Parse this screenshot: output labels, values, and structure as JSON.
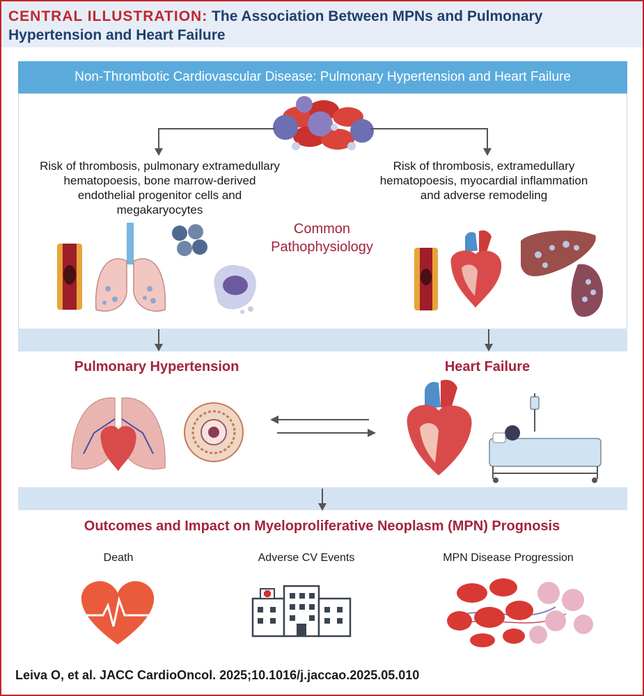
{
  "header": {
    "label": "CENTRAL ILLUSTRATION:",
    "title": " The Association Between MPNs and Pulmonary Hypertension and Heart Failure"
  },
  "section_title": "Non-Thrombotic Cardiovascular Disease: Pulmonary Hypertension and Heart Failure",
  "pathophysiology": {
    "left_text": "Risk of thrombosis, pulmonary extramedullary hematopoesis, bone marrow-derived endothelial progenitor cells and megakaryocytes",
    "right_text": "Risk of thrombosis, extramedullary hematopoesis, myocardial inflammation and adverse remodeling",
    "center_label_1": "Common",
    "center_label_2": "Pathophysiology"
  },
  "conditions": {
    "left_title": "Pulmonary Hypertension",
    "right_title": "Heart Failure"
  },
  "outcomes": {
    "title": "Outcomes and Impact on Myeloproliferative Neoplasm (MPN) Prognosis",
    "items": [
      "Death",
      "Adverse CV Events",
      "MPN Disease Progression"
    ]
  },
  "citation": "Leiva O, et al. JACC CardioOncol. 2025;10.1016/j.jaccao.2025.05.010",
  "colors": {
    "accent_red": "#c1272d",
    "title_crimson": "#a3243b",
    "section_blue": "#5aabdc",
    "band_blue": "#d4e3f2",
    "header_bg": "#e6edf7",
    "navy_text": "#1f3f6b"
  }
}
